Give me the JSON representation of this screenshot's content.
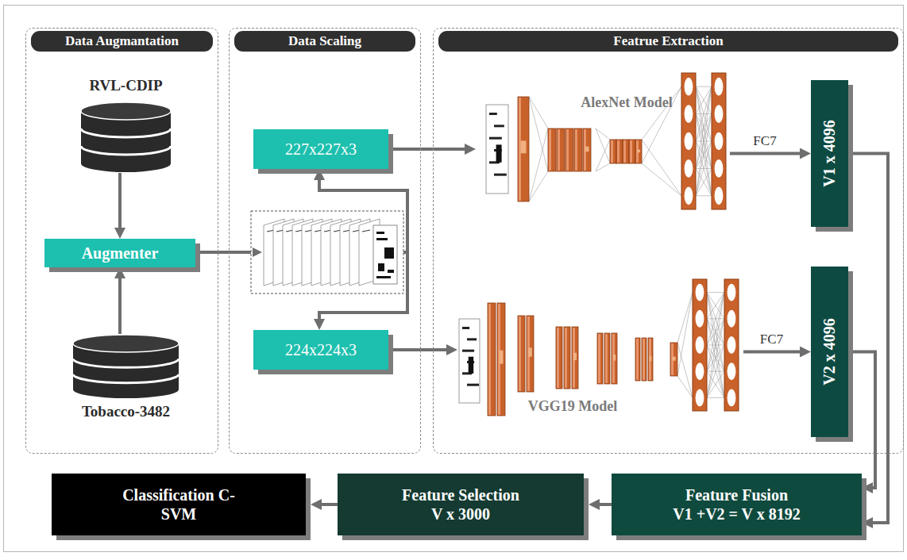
{
  "diagram": {
    "nodes": [
      {
        "text": [
          "Data Augmantation"
        ]
      },
      {
        "text": [
          "RVL-CDIP"
        ],
        "in": 0
      },
      {
        "text": [
          "Augmenter"
        ],
        "in": 0
      },
      {
        "text": [
          "Tobacco-3482"
        ],
        "in": 0
      },
      {
        "text": [
          "Data Scaling"
        ]
      },
      {
        "text": [
          "227x227x3"
        ],
        "in": 4
      },
      {
        "text": [
          "224x224x3"
        ],
        "in": 4
      },
      {
        "text": [
          "Featrue Extraction"
        ]
      },
      {
        "text": [
          "AlexNet Model"
        ],
        "in": 7
      },
      {
        "text": [
          "VGG19 Model"
        ],
        "in": 7
      },
      {
        "text": [
          "V1 x 4096"
        ],
        "in": 7
      },
      {
        "text": [
          "V2 x 4096"
        ],
        "in": 7
      },
      {
        "text": [
          "Feature Fusion",
          "V1 +V2 = V x 8192"
        ]
      },
      {
        "text": [
          "Feature Selection",
          "V x 3000"
        ]
      },
      {
        "text": [
          "Classification C-SVM"
        ]
      }
    ],
    "edges": [
      {
        "from": 1,
        "to": 2,
        "arrow": "to"
      },
      {
        "from": 3,
        "to": 2,
        "arrow": "to"
      },
      {
        "from": 2,
        "to": 5,
        "arrow": "to"
      },
      {
        "from": 2,
        "to": 6,
        "arrow": "to"
      },
      {
        "from": 5,
        "to": 8,
        "arrow": "to"
      },
      {
        "from": 6,
        "to": 9,
        "arrow": "to"
      },
      {
        "from": 8,
        "to": 10,
        "label": "FC7",
        "arrow": "to"
      },
      {
        "from": 9,
        "to": 11,
        "label": "FC7",
        "arrow": "to"
      },
      {
        "from": 10,
        "to": 12,
        "arrow": "to"
      },
      {
        "from": 11,
        "to": 12,
        "arrow": "to"
      },
      {
        "from": 12,
        "to": 13,
        "arrow": "to"
      },
      {
        "from": 13,
        "to": 14,
        "arrow": "to"
      }
    ]
  }
}
